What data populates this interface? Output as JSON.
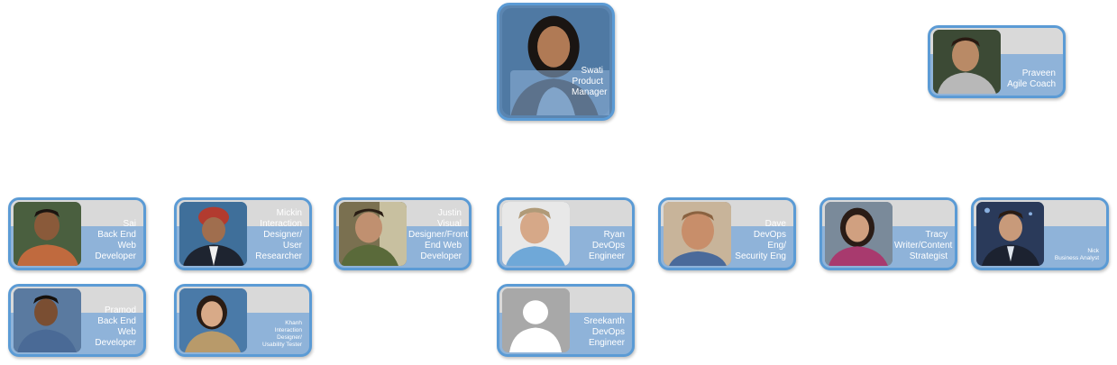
{
  "manager": {
    "name": "Swati",
    "role": "Product Manager"
  },
  "coach": {
    "name": "Praveen",
    "role": "Agile Coach"
  },
  "team": [
    {
      "name": "Sai",
      "role_lines": [
        "Back End Web",
        "Developer"
      ]
    },
    {
      "name": "Mickin",
      "role_lines": [
        "Interaction Designer/",
        "User Researcher"
      ]
    },
    {
      "name": "Justin",
      "role_lines": [
        "Visual Designer/Front",
        "End Web Developer"
      ]
    },
    {
      "name": "Ryan",
      "role_lines": [
        "DevOps Engineer"
      ]
    },
    {
      "name": "Dave",
      "role_lines": [
        "DevOps Eng/",
        "Security Eng"
      ]
    },
    {
      "name": "Tracy",
      "role_lines": [
        "Writer/Content",
        "Strategist"
      ]
    },
    {
      "name": "Nick",
      "role_lines": [
        "Business Analyst"
      ]
    },
    {
      "name": "Pramod",
      "role_lines": [
        "Back End Web",
        "Developer"
      ]
    },
    {
      "name": "Khanh",
      "role_lines": [
        "Interaction Designer/",
        "Usability Tester"
      ]
    },
    {
      "name": "Sreekanth",
      "role_lines": [
        "DevOps Engineer"
      ]
    }
  ],
  "colors": {
    "card_border": "#5b9bd5",
    "card_fill": "#8fb3d9",
    "top_band": "#d9d9d9"
  }
}
